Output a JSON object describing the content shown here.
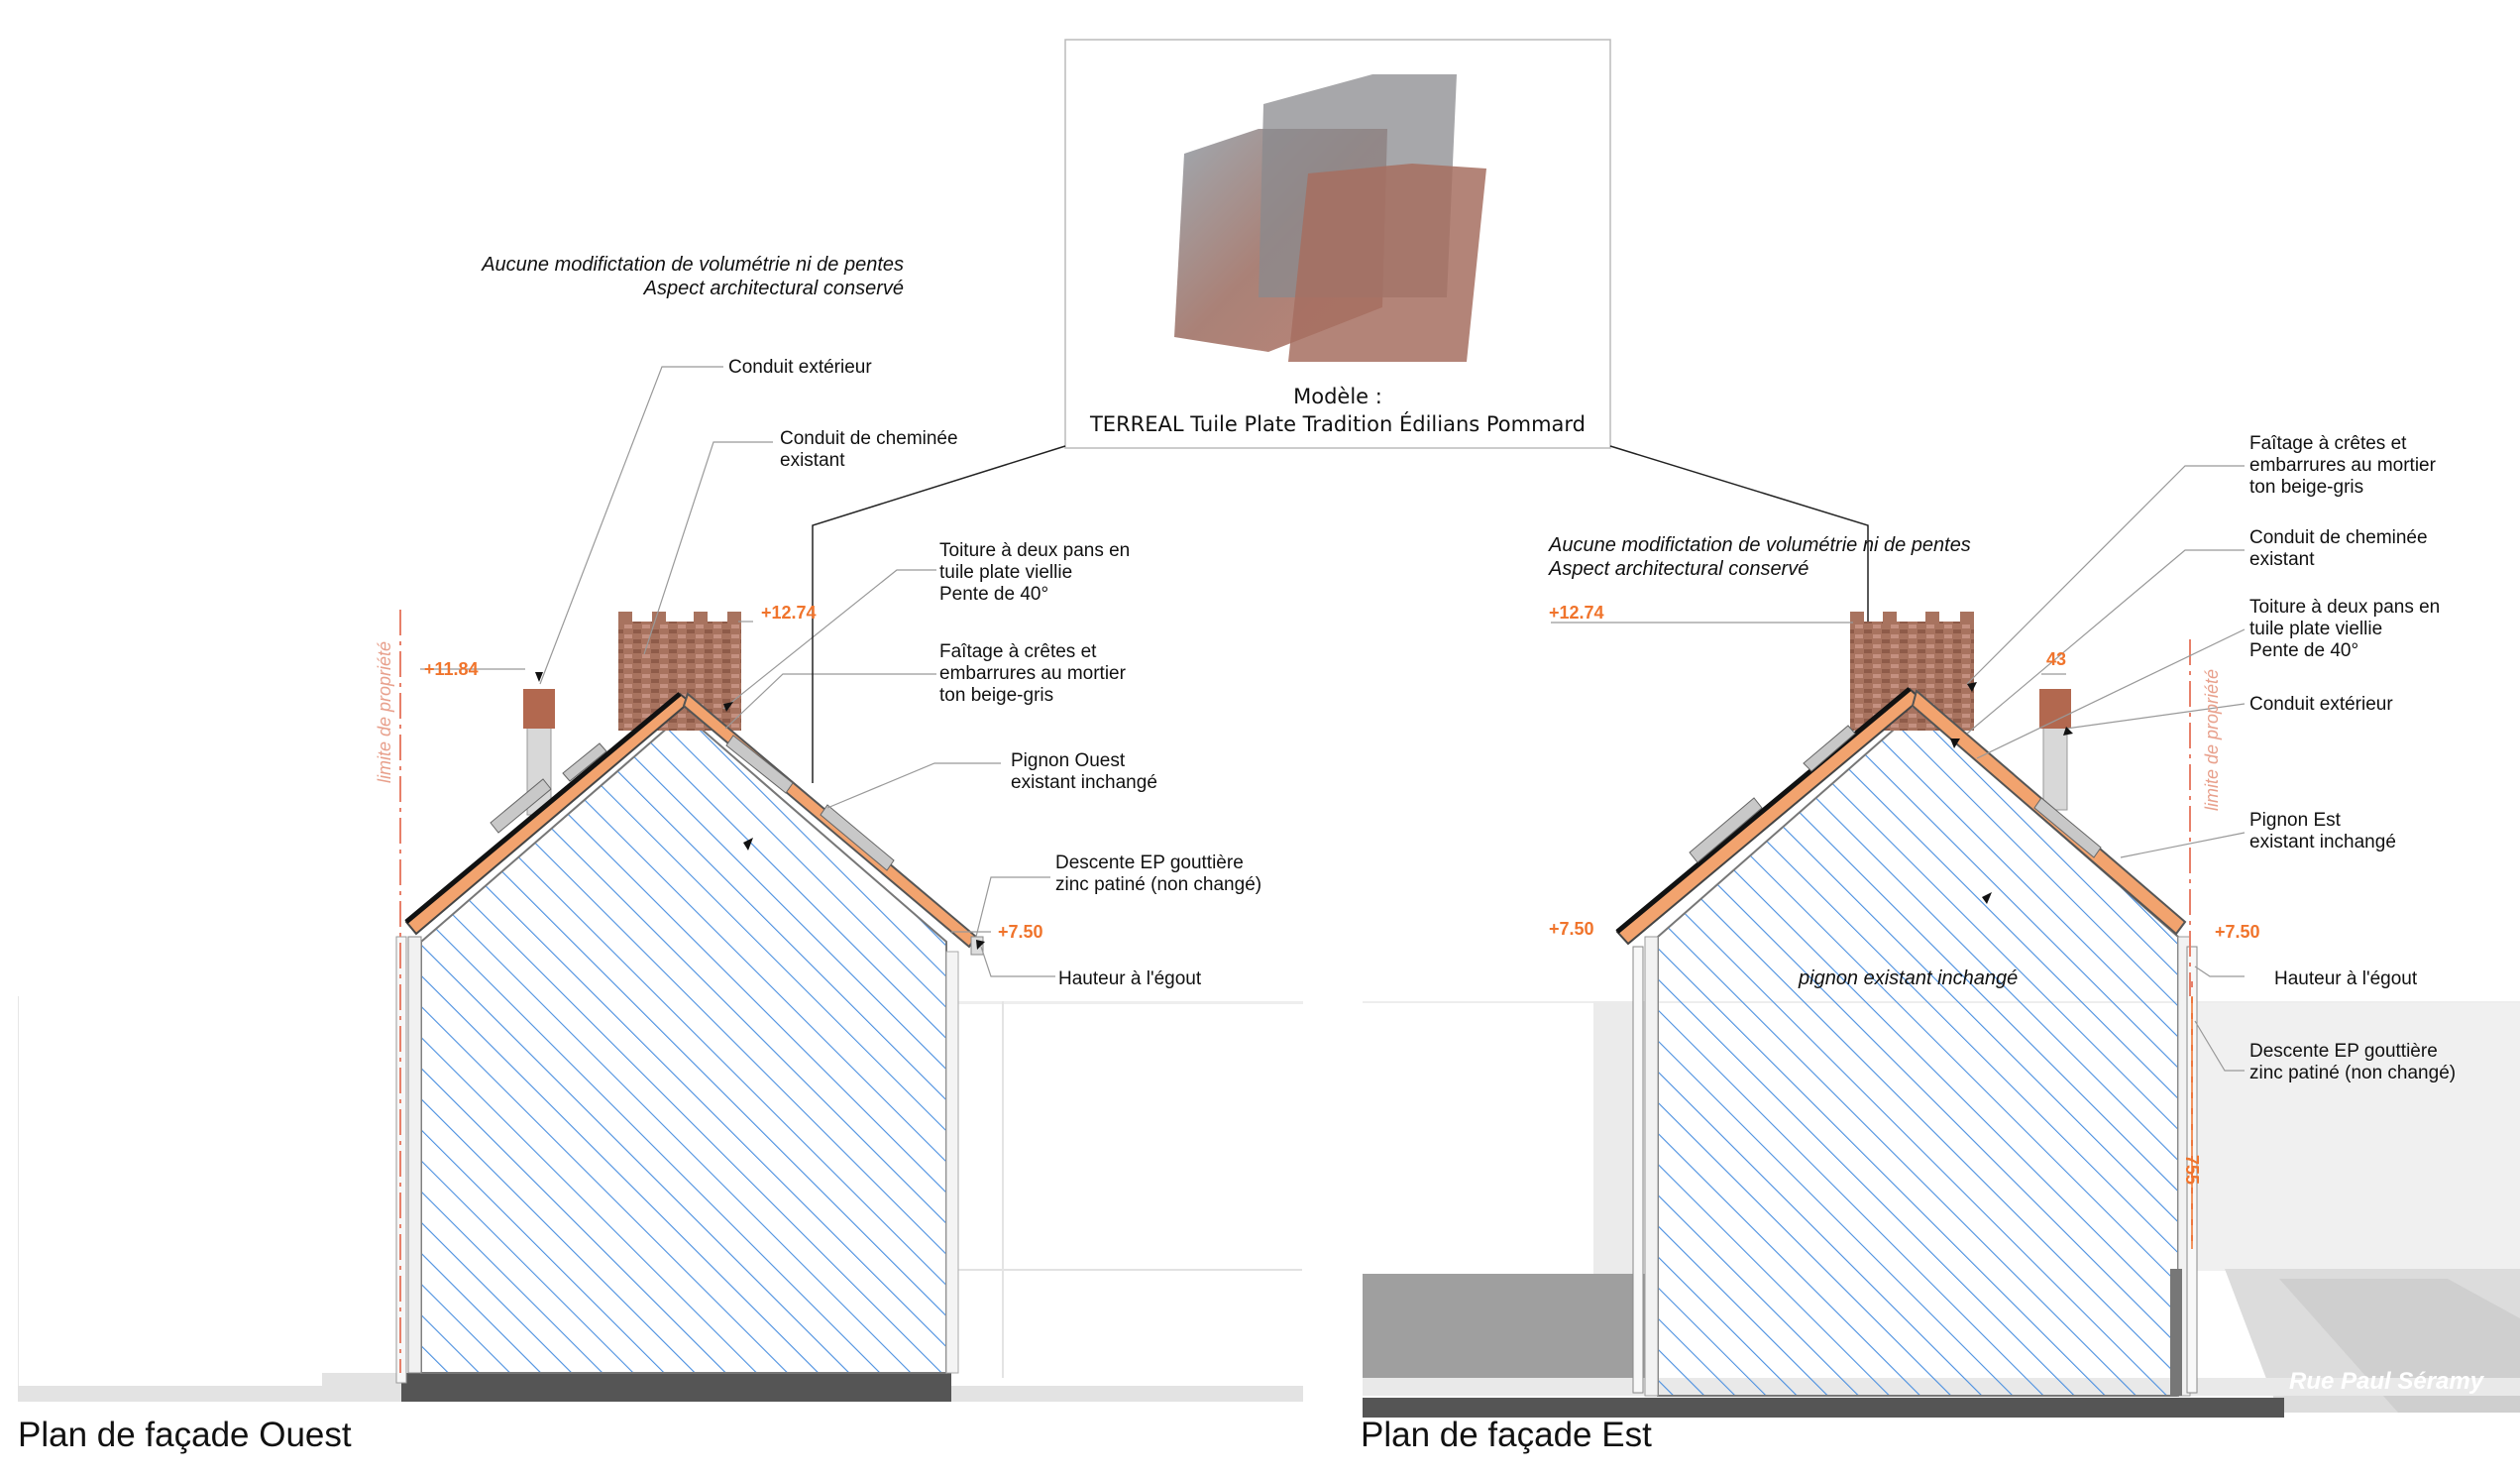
{
  "west": {
    "caption": "Plan de façade Ouest",
    "note": "Aucune modifictation de volumétrie ni de pentes\nAspect architectural conservé",
    "limit_label": "limite de propriété",
    "labels": {
      "conduit_exterieur": "Conduit extérieur",
      "conduit_cheminee": "Conduit de cheminée\nexistant",
      "toiture": "Toiture à deux pans en\ntuile plate viellie\nPente de 40°",
      "faitage": "Faîtage à crêtes et\nembarrures au mortier\nton beige-gris",
      "pignon": "Pignon Ouest\nexistant inchangé",
      "descente": "Descente EP gouttière\nzinc patiné (non changé)",
      "hauteur": "Hauteur à l'égout"
    },
    "levels": {
      "chimney_top": "+12.74",
      "flue_top": "+11.84",
      "eave": "+7.50"
    }
  },
  "east": {
    "caption": "Plan de façade Est",
    "note": "Aucune modifictation de volumétrie ni de pentes\nAspect architectural conservé",
    "limit_label": "limite de propriété",
    "wall_text": "pignon existant inchangé",
    "street_name": "Rue Paul Séramy",
    "labels": {
      "faitage": "Faîtage à crêtes et\nembarrures au mortier\nton beige-gris",
      "conduit_cheminee": "Conduit de cheminée\nexistant",
      "toiture": "Toiture à deux pans en\ntuile plate viellie\nPente de 40°",
      "conduit_exterieur": "Conduit extérieur",
      "pignon": "Pignon Est\nexistant inchangé",
      "hauteur": "Hauteur à l'égout",
      "descente": "Descente EP gouttière\nzinc patiné (non changé)"
    },
    "levels": {
      "chimney_top": "+12.74",
      "eave_left": "+7.50",
      "eave_right": "+7.50"
    },
    "dimensions": {
      "flue_offset": "43",
      "downpipe_height": "755"
    }
  },
  "tile_model": {
    "line1": "Modèle :",
    "line2": "TERREAL Tuile Plate Tradition Édilians Pommard"
  },
  "colors": {
    "hatch": "#4a8fe0",
    "roof_edge": "#f2a36e",
    "level_text": "#f0742c",
    "limit_line": "#e8806a",
    "brick": "#a36b57"
  }
}
